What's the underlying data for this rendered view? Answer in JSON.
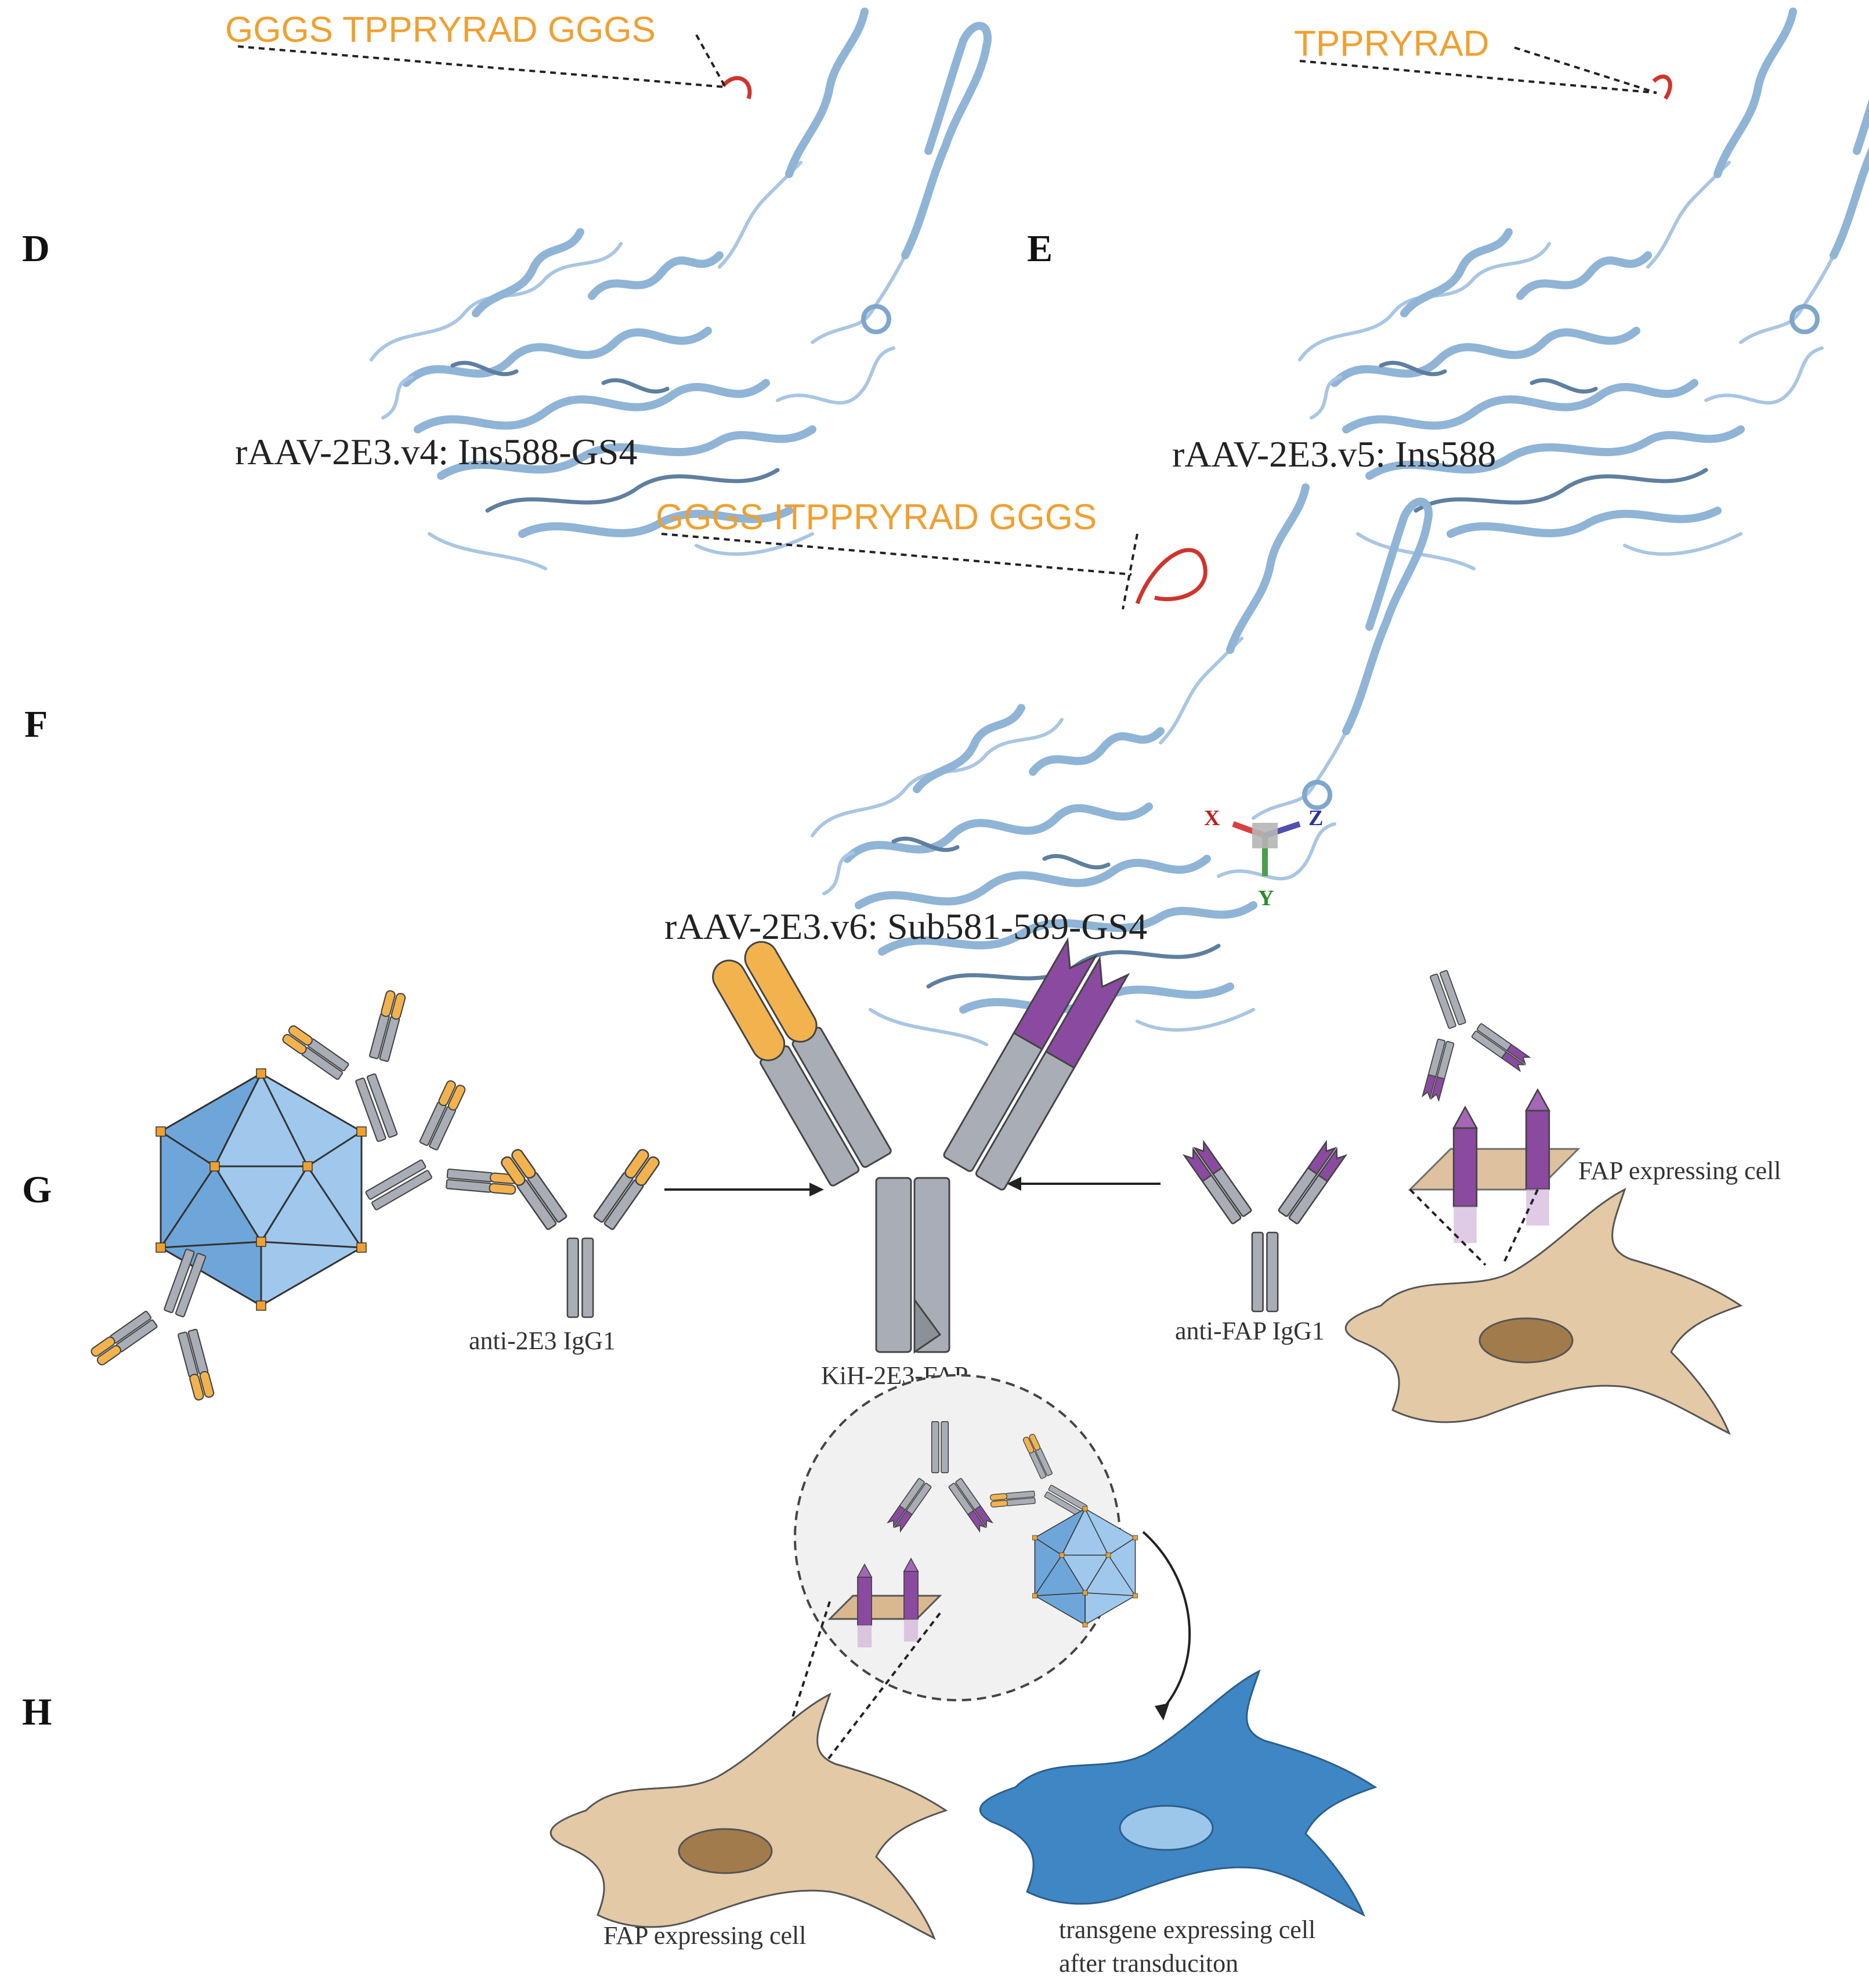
{
  "panels": {
    "d": {
      "letter": "D",
      "insert_sequence": "GGGS TPPRYRAD GGGS",
      "caption": "rAAV-2E3.v4: Ins588-GS4"
    },
    "e": {
      "letter": "E",
      "insert_sequence": "TPPRYRAD",
      "caption": "rAAV-2E3.v5: Ins588"
    },
    "f": {
      "letter": "F",
      "insert_sequence": "GGGS ITPPRYRAD GGGS",
      "caption": "rAAV-2E3.v6: Sub581-589-GS4",
      "axes": {
        "x": "X",
        "y": "Y",
        "z": "Z"
      }
    },
    "g": {
      "letter": "G",
      "anti_2e3_label": "anti-2E3 IgG1",
      "bispecific_label": "KiH-2E3-FAP",
      "anti_fap_label": "anti-FAP IgG1",
      "fap_cell_label": "FAP expressing cell"
    },
    "h": {
      "letter": "H",
      "fap_cell_label": "FAP expressing cell",
      "transgene_cell_label_line1": "transgene expressing cell",
      "transgene_cell_label_line2": "after transduciton"
    }
  },
  "colors": {
    "insert_label": "#f0a030",
    "protein_ribbon": "#8fb4d6",
    "insert_loop": "#d0342c",
    "antibody_constant": "#a9aeb6",
    "anti_2e3_variable": "#f2b34f",
    "anti_fap_variable": "#8a4aa0",
    "fap_cell": "#e3c9a5",
    "transduced_cell": "#3f86c4",
    "capsid": "#9fc8ec"
  },
  "icons": [
    "protein-ribbon-icon",
    "aav-capsid-icon",
    "igg-antibody-icon",
    "bispecific-antibody-icon",
    "fap-receptor-icon",
    "cell-icon",
    "axis-triad-icon",
    "zoom-circle-icon"
  ]
}
